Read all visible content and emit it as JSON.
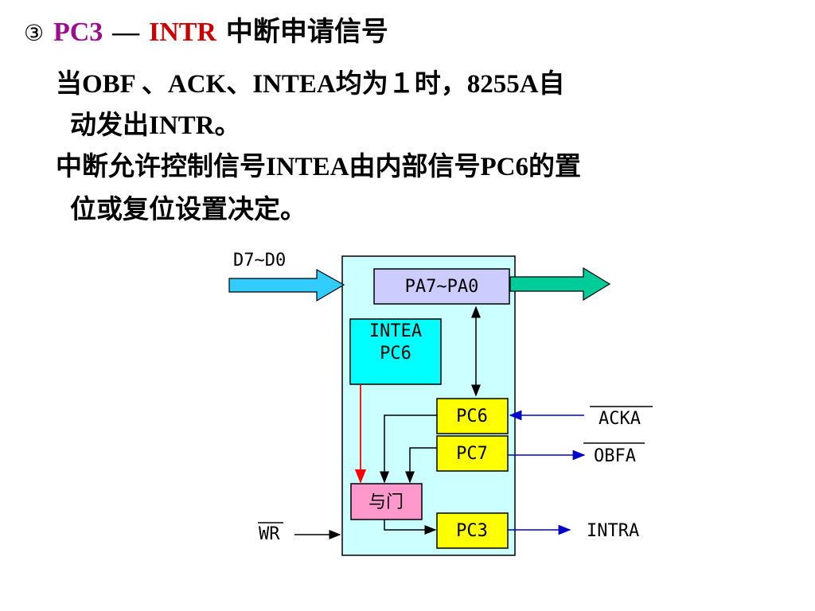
{
  "heading": {
    "number": "③",
    "pc3": "PC3",
    "dash": "—",
    "intr": "INTR",
    "title": "中断申请信号"
  },
  "paragraphs": {
    "p1_line1": "当OBF 、ACK、INTEA均为１时，8255A自",
    "p1_line2": "动发出INTR。",
    "p2_line1": "中断允许控制信号INTEA由内部信号PC6的置",
    "p2_line2": "位或复位设置决定。"
  },
  "diagram": {
    "data_bus_label": "D7~D0",
    "port_a_label": "PA7~PA0",
    "intea_label_1": "INTEA",
    "intea_label_2": "PC6",
    "pc6_label": "PC6",
    "pc7_label": "PC7",
    "and_gate_label": "与门",
    "pc3_label": "PC3",
    "wr_label": "WR",
    "acka_label": "ACKA",
    "obfa_label": "OBFA",
    "intra_label": "INTRA"
  },
  "colors": {
    "pc3_text": "#9c0c8c",
    "intr_text": "#cc0000",
    "chip_fill": "#ccffff",
    "port_fill": "#ccccff",
    "intea_fill": "#00ffff",
    "pc_fill": "#ffff00",
    "gate_fill": "#ff99cc",
    "input_arrow": "#33ccff",
    "output_arrow": "#00cc99",
    "signal_line": "#0000cc",
    "intea_line": "#ff0000"
  }
}
